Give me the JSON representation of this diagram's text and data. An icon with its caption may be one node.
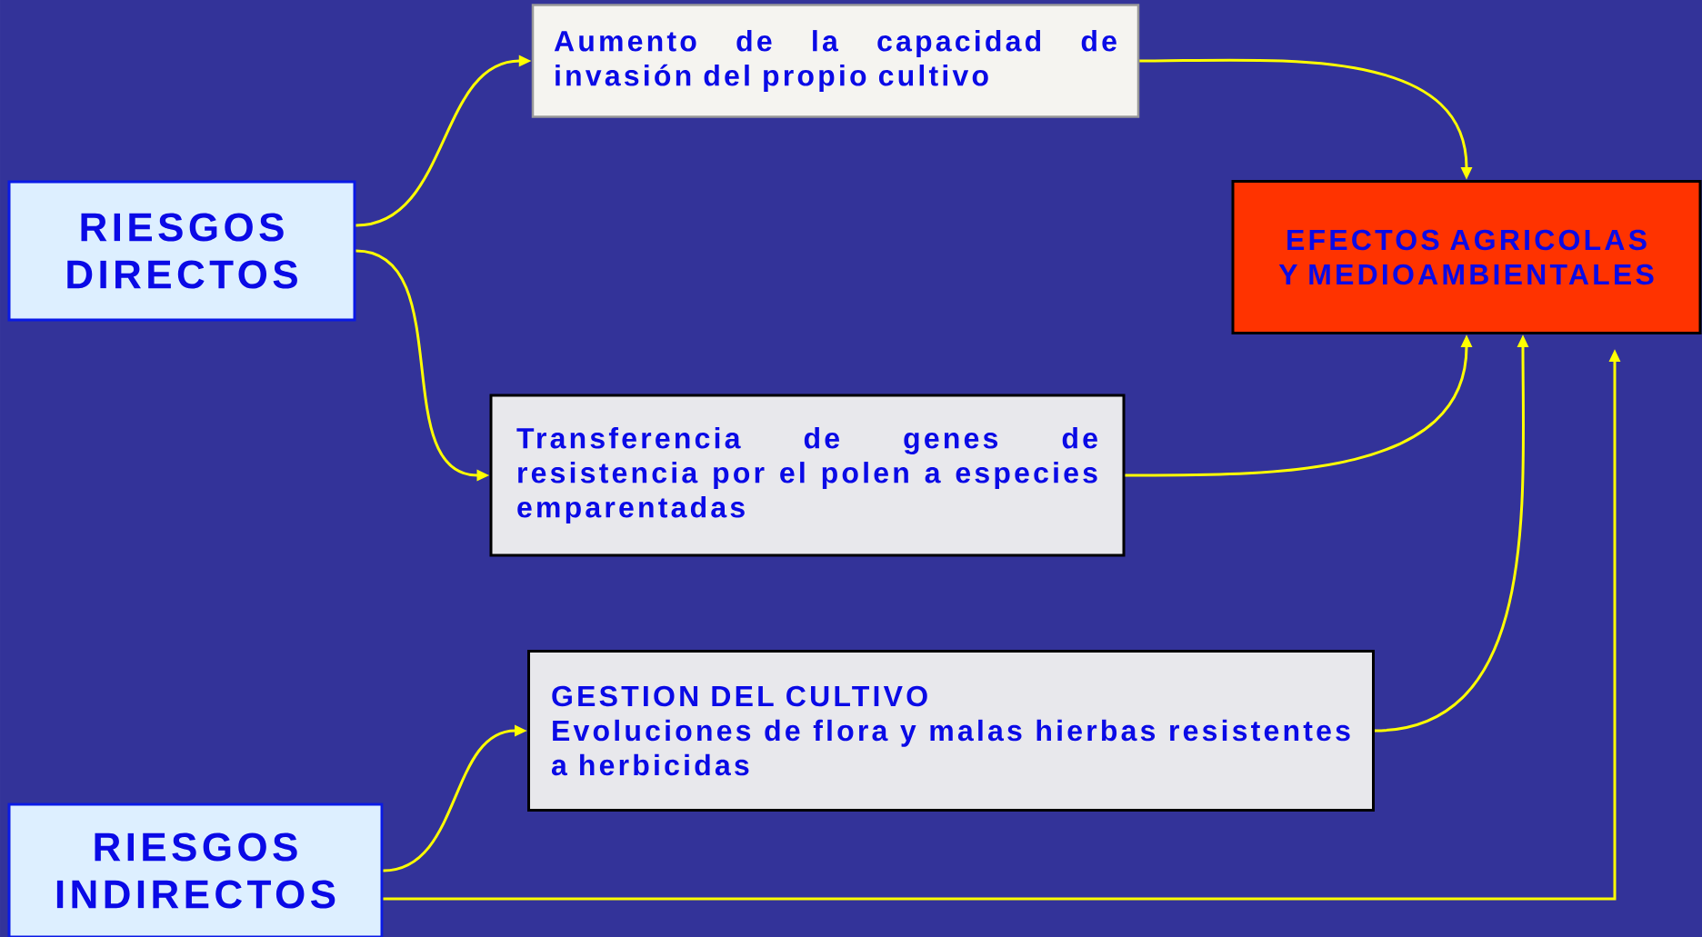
{
  "diagram": {
    "nodes": [
      {
        "text": [
          "RIESGOS DIRECTOS"
        ]
      },
      {
        "text": [
          "Aumento de la capacidad de invasión del propio cultivo"
        ]
      },
      {
        "text": [
          "EFECTOS AGRICOLAS Y MEDIOAMBIENTALES"
        ]
      },
      {
        "text": [
          "Transferencia de genes de resistencia por el polen a especies emparentadas"
        ]
      },
      {
        "text": [
          "GESTION DEL CULTIVO",
          "Evoluciones de flora y malas hierbas resistentes a herbicidas"
        ]
      },
      {
        "text": [
          "RIESGOS INDIRECTOS"
        ]
      }
    ],
    "edges": [
      {
        "from": 0,
        "to": 1,
        "arrow": "to"
      },
      {
        "from": 0,
        "to": 3,
        "arrow": "to"
      },
      {
        "from": 1,
        "to": 2,
        "arrow": "to"
      },
      {
        "from": 3,
        "to": 2,
        "arrow": "to"
      },
      {
        "from": 4,
        "to": 2,
        "arrow": "to"
      },
      {
        "from": 5,
        "to": 4,
        "arrow": "to"
      },
      {
        "from": 5,
        "to": 2,
        "arrow": "to"
      }
    ]
  }
}
